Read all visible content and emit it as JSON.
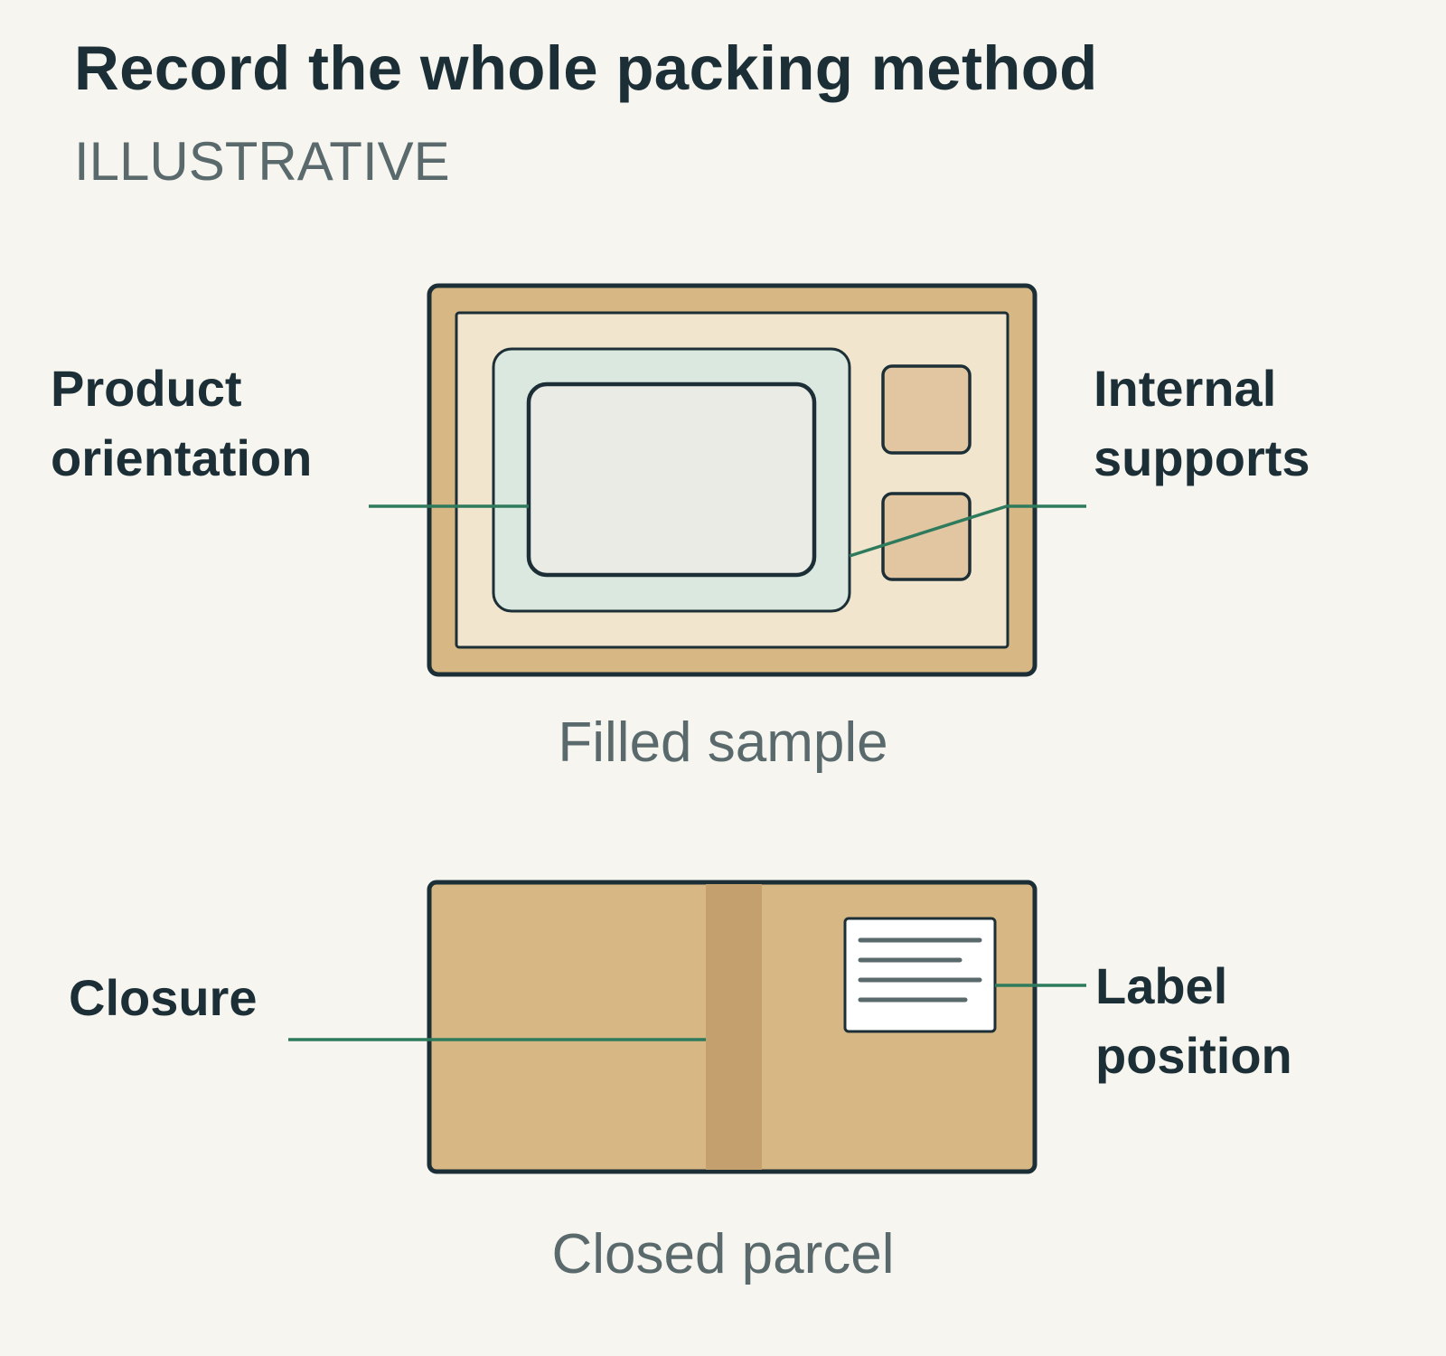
{
  "title": "Record the whole packing method",
  "subtitle": "ILLUSTRATIVE",
  "filled_sample": {
    "caption": "Filled sample",
    "callouts": {
      "product_orientation": [
        "Product",
        "orientation"
      ],
      "internal_supports": [
        "Internal",
        "supports"
      ]
    }
  },
  "closed_parcel": {
    "caption": "Closed parcel",
    "callouts": {
      "closure": [
        "Closure"
      ],
      "label_position": [
        "Label",
        "position"
      ]
    }
  },
  "colors": {
    "background": "#f7f5f0",
    "ink": "#1d2f36",
    "muted_text": "#5a6a6c",
    "cardboard": "#d7b884",
    "tape": "#c4a06f",
    "insert": "#f1e6cd",
    "tray": "#dbe8df",
    "product": "#ebebe6",
    "support_block": "#e1c6a1",
    "leader_line": "#2e7a5c",
    "label_paper": "#ffffff",
    "label_lines": "#5a6a6c"
  }
}
